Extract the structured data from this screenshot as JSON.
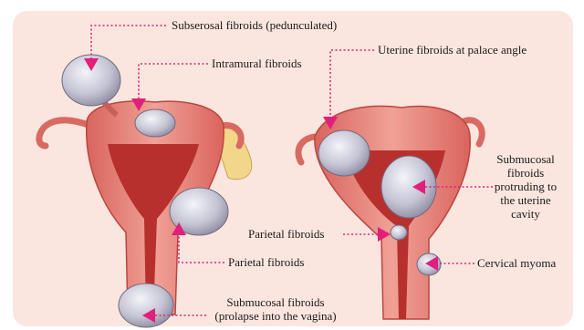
{
  "labels": {
    "subserosal": "Subserosal fibroids (pedunculated)",
    "intramural": "Intramural fibroids",
    "palace_angle": "Uterine fibroids at palace angle",
    "submucosal_cavity_1": "Submucosal",
    "submucosal_cavity_2": "fibroids",
    "submucosal_cavity_3": "protruding to",
    "submucosal_cavity_4": "the uterine",
    "submucosal_cavity_5": "cavity",
    "parietal_right": "Parietal fibroids",
    "parietal_left": "Parietal fibroids",
    "cervical": "Cervical myoma",
    "submucosal_vagina_1": "Submucosal fibroids",
    "submucosal_vagina_2": "(prolapse into the vagina)"
  },
  "colors": {
    "arrow": "#e0207a",
    "tissue": "#e77f74",
    "tissue_dark": "#c44a44",
    "cavity": "#b8302e",
    "fibroid": "#c9c9d6",
    "panel_bg": "#fbe6df",
    "ligament": "#f2d68a"
  }
}
